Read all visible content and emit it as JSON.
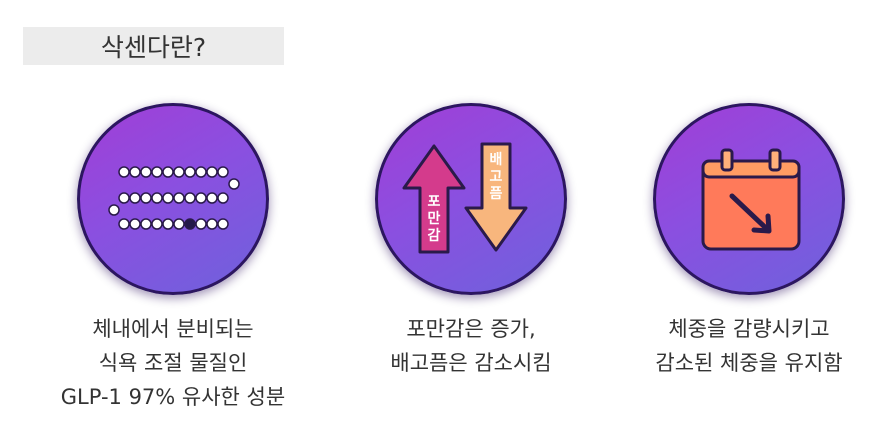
{
  "header": {
    "title": "삭센다란?"
  },
  "cards": [
    {
      "icon": "dotted-maze-icon",
      "lines": [
        "체내에서 분비되는",
        "식욕 조절 물질인",
        "GLP-1 97% 유사한 성분"
      ]
    },
    {
      "icon": "up-down-arrows-icon",
      "up_label": [
        "포",
        "만",
        "감"
      ],
      "down_label": [
        "배",
        "고",
        "픔"
      ],
      "lines": [
        "포만감은 증가,",
        "배고픔은 감소시킴"
      ]
    },
    {
      "icon": "calendar-down-arrow-icon",
      "lines": [
        "체중을 감량시키고",
        "감소된 체중을 유지함"
      ]
    }
  ],
  "colors": {
    "circle_start": "#a13ed6",
    "circle_end": "#6e62dc",
    "up_arrow": "#d43b8c",
    "down_arrow": "#f8b67d",
    "calendar": "#ff7a5a"
  }
}
